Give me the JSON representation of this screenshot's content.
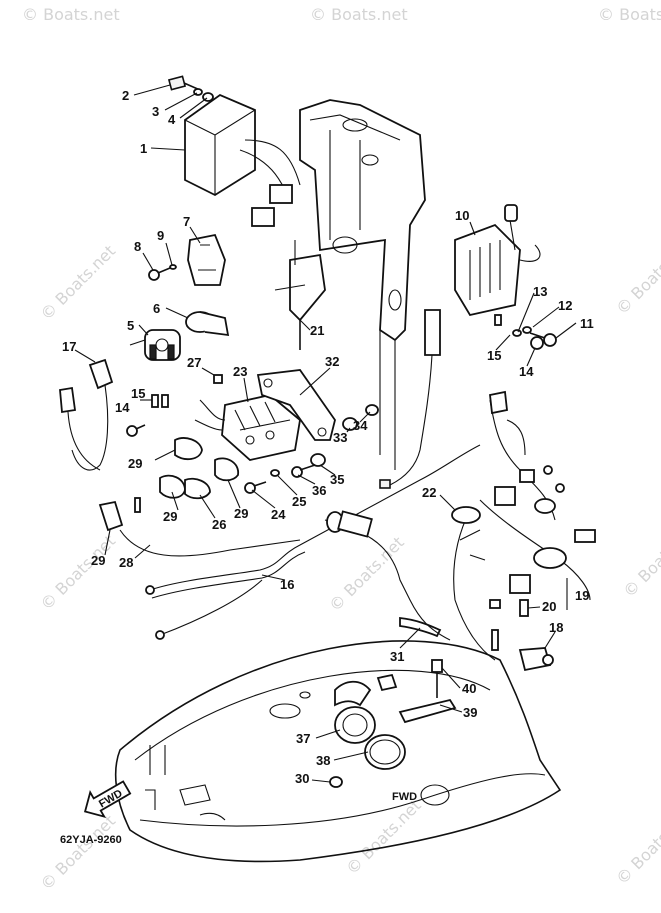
{
  "diagram": {
    "code": "62YJA-9260",
    "fwd_label": "FWD",
    "watermark_text": "© Boats.net",
    "callouts": [
      {
        "n": "1"
      },
      {
        "n": "2"
      },
      {
        "n": "3"
      },
      {
        "n": "4"
      },
      {
        "n": "5"
      },
      {
        "n": "6"
      },
      {
        "n": "7"
      },
      {
        "n": "8"
      },
      {
        "n": "9"
      },
      {
        "n": "10"
      },
      {
        "n": "11"
      },
      {
        "n": "12"
      },
      {
        "n": "13"
      },
      {
        "n": "14"
      },
      {
        "n": "14"
      },
      {
        "n": "15"
      },
      {
        "n": "15"
      },
      {
        "n": "16"
      },
      {
        "n": "17"
      },
      {
        "n": "18"
      },
      {
        "n": "19"
      },
      {
        "n": "20"
      },
      {
        "n": "21"
      },
      {
        "n": "22"
      },
      {
        "n": "23"
      },
      {
        "n": "24"
      },
      {
        "n": "25"
      },
      {
        "n": "26"
      },
      {
        "n": "27"
      },
      {
        "n": "28"
      },
      {
        "n": "29"
      },
      {
        "n": "29"
      },
      {
        "n": "29"
      },
      {
        "n": "29"
      },
      {
        "n": "30"
      },
      {
        "n": "31"
      },
      {
        "n": "32"
      },
      {
        "n": "33"
      },
      {
        "n": "34"
      },
      {
        "n": "35"
      },
      {
        "n": "36"
      },
      {
        "n": "37"
      },
      {
        "n": "38"
      },
      {
        "n": "39"
      },
      {
        "n": "40"
      }
    ]
  }
}
